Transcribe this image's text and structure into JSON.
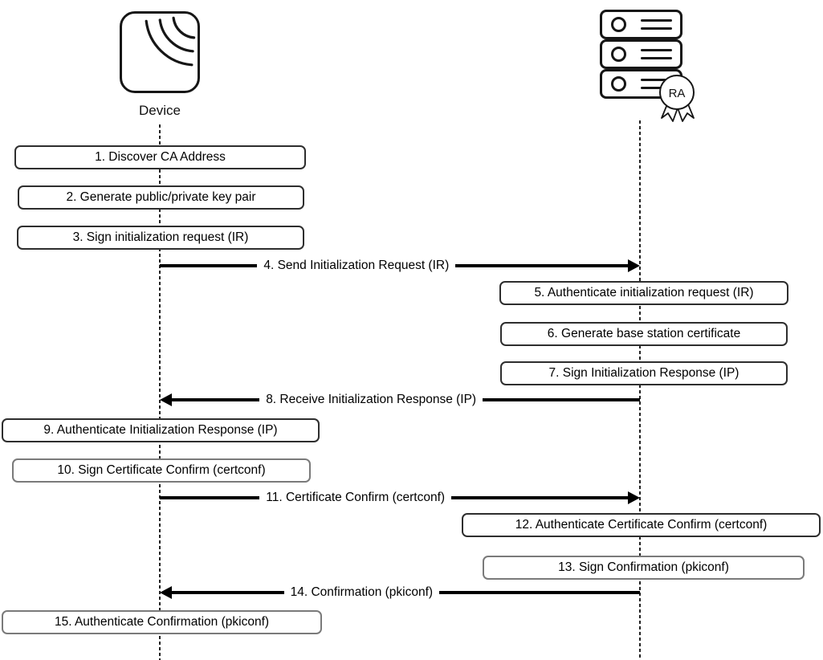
{
  "diagram": {
    "type": "sequence-diagram",
    "line_color": "#000000",
    "box_border_color": "#2e2e2e",
    "box_border_color_light": "#7a7a7a",
    "actors": [
      {
        "id": "device",
        "label": "Device",
        "icon": "wireless-device-icon"
      },
      {
        "id": "ra",
        "label": "RA",
        "icon": "server-stack-icon",
        "badge_label": "RA"
      }
    ],
    "steps": [
      {
        "n": 1,
        "kind": "action-box",
        "actor": "device",
        "text": "1. Discover CA Address"
      },
      {
        "n": 2,
        "kind": "action-box",
        "actor": "device",
        "text": "2. Generate public/private key pair"
      },
      {
        "n": 3,
        "kind": "action-box",
        "actor": "device",
        "text": "3. Sign initialization request (IR)"
      },
      {
        "n": 4,
        "kind": "message-arrow",
        "from": "device",
        "to": "ra",
        "text": "4. Send Initialization Request (IR)"
      },
      {
        "n": 5,
        "kind": "action-box",
        "actor": "ra",
        "text": "5. Authenticate initialization request (IR)"
      },
      {
        "n": 6,
        "kind": "action-box",
        "actor": "ra",
        "text": "6. Generate base station certificate"
      },
      {
        "n": 7,
        "kind": "action-box",
        "actor": "ra",
        "text": "7. Sign Initialization Response (IP)"
      },
      {
        "n": 8,
        "kind": "message-arrow",
        "from": "ra",
        "to": "device",
        "text": "8. Receive Initialization Response (IP)"
      },
      {
        "n": 9,
        "kind": "action-box",
        "actor": "device",
        "text": "9. Authenticate Initialization Response (IP)"
      },
      {
        "n": 10,
        "kind": "action-box",
        "actor": "device",
        "text": "10. Sign Certificate Confirm (certconf)"
      },
      {
        "n": 11,
        "kind": "message-arrow",
        "from": "device",
        "to": "ra",
        "text": "11. Certificate Confirm (certconf)"
      },
      {
        "n": 12,
        "kind": "action-box",
        "actor": "ra",
        "text": "12. Authenticate Certificate Confirm (certconf)"
      },
      {
        "n": 13,
        "kind": "action-box",
        "actor": "ra",
        "text": "13. Sign Confirmation (pkiconf)"
      },
      {
        "n": 14,
        "kind": "message-arrow",
        "from": "ra",
        "to": "device",
        "text": "14. Confirmation (pkiconf)"
      },
      {
        "n": 15,
        "kind": "action-box",
        "actor": "device",
        "text": "15. Authenticate Confirmation (pkiconf)"
      }
    ]
  }
}
